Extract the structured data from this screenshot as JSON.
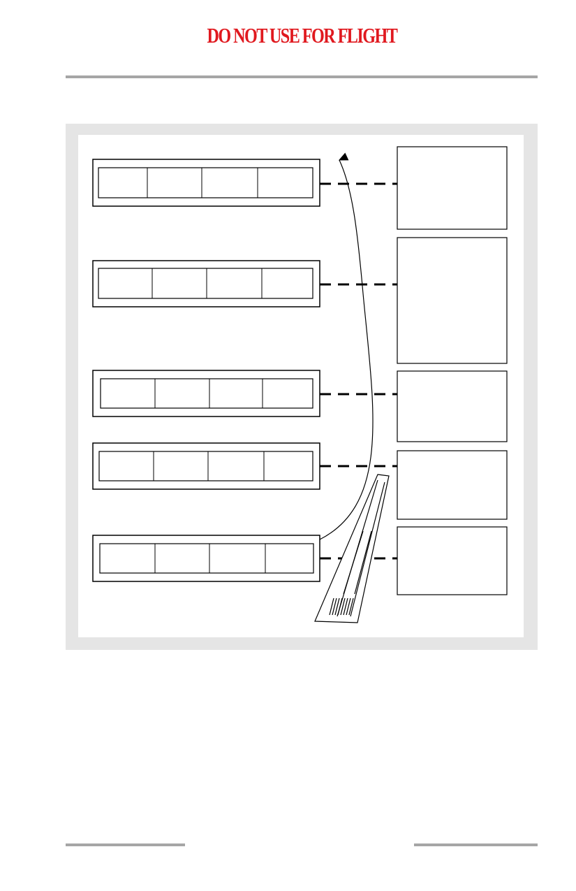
{
  "header": {
    "warning": "DO NOT USE FOR FLIGHT",
    "warning_color": "#e0191f"
  },
  "figure": {
    "frame_color": "#e5e5e5",
    "rows": [
      {
        "cells": 4
      },
      {
        "cells": 4
      },
      {
        "cells": 4
      },
      {
        "cells": 4
      },
      {
        "cells": 4
      }
    ],
    "callout_boxes": 5,
    "leader_style": "dashed",
    "flow_arrow": "curved-arrow-up",
    "inset_symbol": "runway-strip-icon"
  }
}
